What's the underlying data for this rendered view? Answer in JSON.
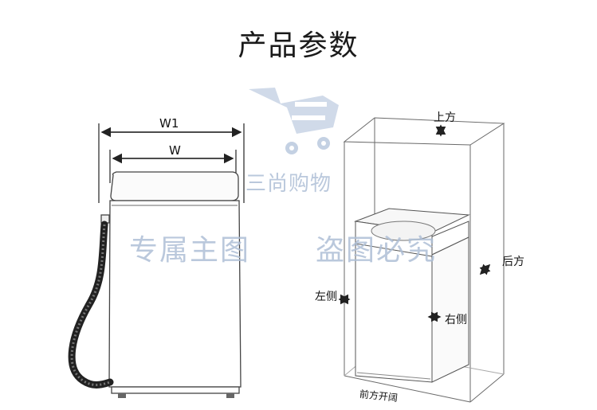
{
  "page": {
    "title": "产品参数"
  },
  "left_diagram": {
    "width_outer_label": "W1",
    "width_inner_label": "W"
  },
  "right_diagram": {
    "top_label": "上方",
    "back_label": "后方",
    "left_label": "左侧",
    "right_label": "右侧",
    "front_label": "前方开阔"
  },
  "watermarks": {
    "shop": "三尚购物",
    "left": "专属主图",
    "right": "盗图必究"
  },
  "colors": {
    "line": "#555555",
    "watermark": "#aebfd6",
    "hose": "#222222"
  }
}
